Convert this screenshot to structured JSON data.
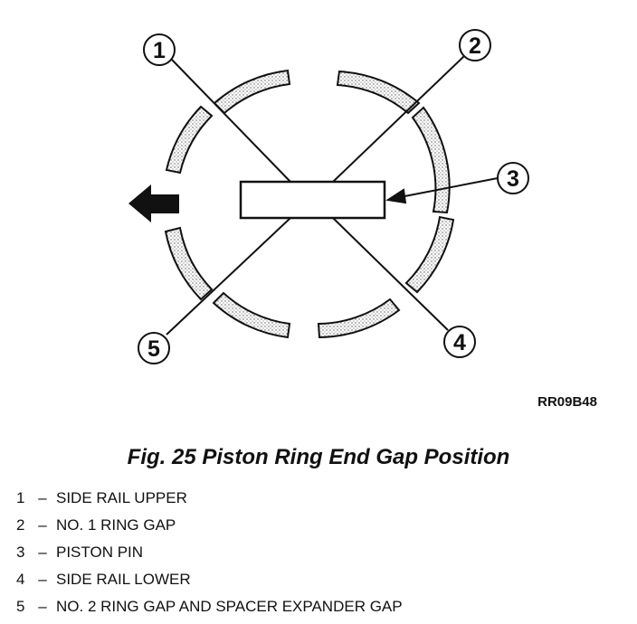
{
  "diagram": {
    "callouts": [
      "1",
      "2",
      "3",
      "4",
      "5"
    ],
    "figure_code": "RR09B48",
    "direction_arrow_icon": "left-arrow-icon"
  },
  "caption": "Fig. 25 Piston Ring End Gap Position",
  "legend": [
    {
      "key": "1",
      "dash": "–",
      "text": "SIDE RAIL UPPER"
    },
    {
      "key": "2",
      "dash": "–",
      "text": "NO. 1 RING GAP"
    },
    {
      "key": "3",
      "dash": "–",
      "text": "PISTON PIN"
    },
    {
      "key": "4",
      "dash": "–",
      "text": "SIDE RAIL LOWER"
    },
    {
      "key": "5",
      "dash": "–",
      "text": "NO. 2 RING GAP AND SPACER EXPANDER GAP"
    }
  ]
}
